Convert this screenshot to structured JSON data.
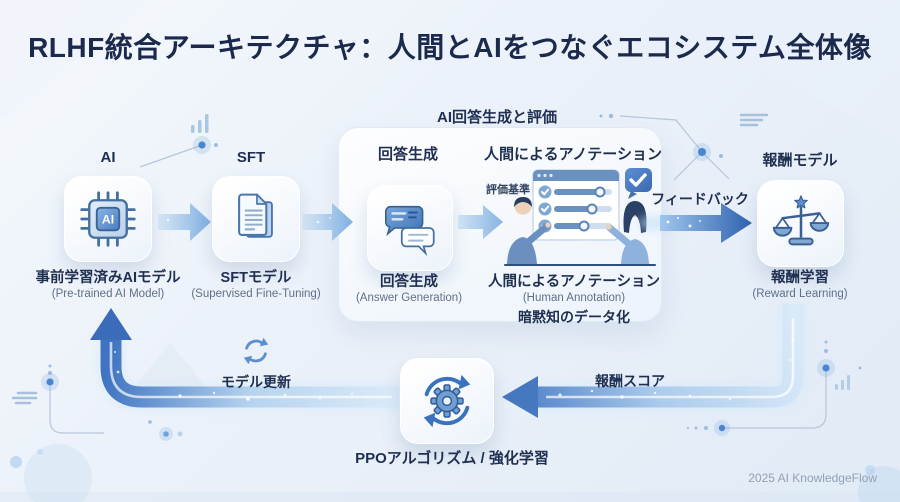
{
  "title": "RLHF統合アーキテクチャ：人間とAIをつなぐエコシステム全体像",
  "footer": "2025 AI KnowledgeFlow",
  "stages": {
    "pretrained": {
      "tag": "AI",
      "chip_label": "AI",
      "name": "事前学習済みAIモデル",
      "name_en": "(Pre-trained AI Model)"
    },
    "sft": {
      "tag": "SFT",
      "name": "SFTモデル",
      "name_en": "(Supervised Fine-Tuning)"
    },
    "reward": {
      "tag": "報酬モデル",
      "name": "報酬学習",
      "name_en": "(Reward Learning)"
    },
    "ppo": {
      "name": "PPOアルゴリズム / 強化学習"
    }
  },
  "panel": {
    "title": "AI回答生成と評価",
    "answer_heading": "回答生成",
    "answer_name": "回答生成",
    "answer_name_en": "(Answer Generation)",
    "annotation_heading": "人間によるアノテーション",
    "annotation_name": "人間によるアノテーション",
    "annotation_name_en": "(Human Annotation)",
    "annotation_sub": "暗黙知のデータ化",
    "criteria_label": "評価基準"
  },
  "flow_labels": {
    "feedback": "フィードバック",
    "reward_score": "報酬スコア",
    "model_update": "モデル更新"
  },
  "colors": {
    "background": "#ebf1f9",
    "title_text": "#1b2a4c",
    "label_text": "#1f2f50",
    "sub_text": "#5e7089",
    "arrow_light": "#aecfef",
    "arrow_deep": "#3a6cba",
    "accent": "#4a86cf",
    "box_fill": "#f7fafd"
  }
}
